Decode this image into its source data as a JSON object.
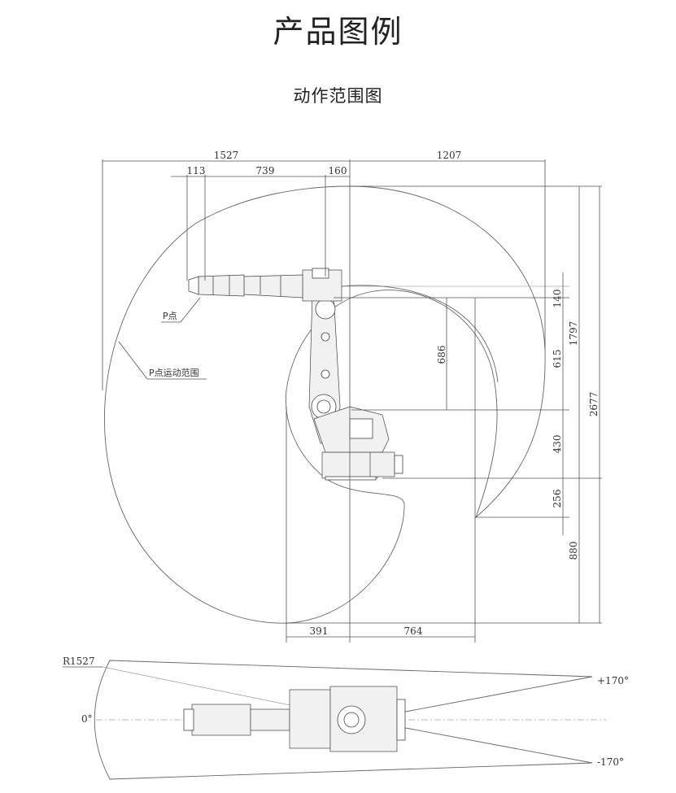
{
  "header": {
    "title": "产品图例",
    "subtitle": "动作范围图"
  },
  "side_view": {
    "dimensions": {
      "top_left": "1527",
      "top_right": "1207",
      "d113": "113",
      "d739": "739",
      "d160": "160",
      "d140": "140",
      "d686": "686",
      "d615": "615",
      "d1797": "1797",
      "d430": "430",
      "d2677": "2677",
      "d256": "256",
      "d880": "880",
      "bottom_left": "391",
      "bottom_right": "764"
    },
    "labels": {
      "p_point": "P点",
      "p_range": "P点运动范围"
    }
  },
  "top_view": {
    "radius": "R1527",
    "angle_zero": "0°",
    "angle_plus": "+170°",
    "angle_minus": "-170°"
  }
}
